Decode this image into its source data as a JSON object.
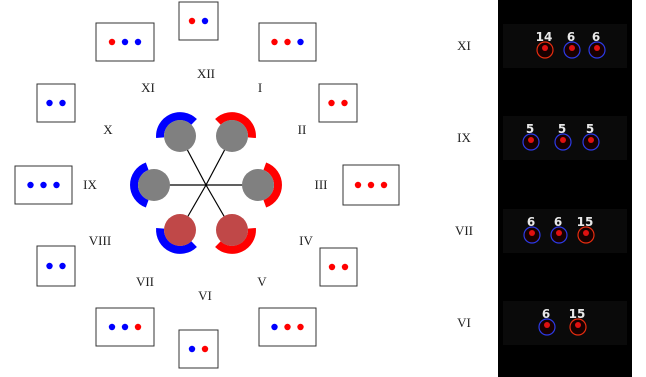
{
  "colors": {
    "red": "#ff0000",
    "blue": "#0000ff",
    "grey": "#808080",
    "dark_red": "#c04848",
    "panel_bg": "#000000",
    "box_stroke": "#333333"
  },
  "clock": {
    "positions": [
      {
        "label": "XII",
        "dots": [
          "red",
          "blue"
        ]
      },
      {
        "label": "I",
        "dots": [
          "red",
          "red",
          "blue"
        ]
      },
      {
        "label": "II",
        "dots": [
          "red",
          "red"
        ]
      },
      {
        "label": "III",
        "dots": [
          "red",
          "red",
          "red"
        ]
      },
      {
        "label": "IV",
        "dots": [
          "red",
          "red"
        ]
      },
      {
        "label": "V",
        "dots": [
          "blue",
          "red",
          "red"
        ]
      },
      {
        "label": "VI",
        "dots": [
          "blue",
          "red"
        ]
      },
      {
        "label": "VII",
        "dots": [
          "blue",
          "blue",
          "red"
        ]
      },
      {
        "label": "VIII",
        "dots": [
          "blue",
          "blue"
        ]
      },
      {
        "label": "IX",
        "dots": [
          "blue",
          "blue",
          "blue"
        ]
      },
      {
        "label": "X",
        "dots": [
          "blue",
          "blue"
        ]
      },
      {
        "label": "XI",
        "dots": [
          "red",
          "blue",
          "blue"
        ]
      }
    ],
    "hub_nodes": [
      {
        "fill": "grey",
        "arc": "blue"
      },
      {
        "fill": "grey",
        "arc": "red"
      },
      {
        "fill": "grey",
        "arc": "red"
      },
      {
        "fill": "dark_red",
        "arc": "red"
      },
      {
        "fill": "dark_red",
        "arc": "blue"
      },
      {
        "fill": "grey",
        "arc": "blue"
      }
    ]
  },
  "micrographs": {
    "rows": [
      {
        "label": "XI",
        "cells": [
          {
            "number": "14",
            "ring": "red"
          },
          {
            "number": "6",
            "ring": "blue"
          },
          {
            "number": "6",
            "ring": "blue"
          }
        ]
      },
      {
        "label": "IX",
        "cells": [
          {
            "number": "5",
            "ring": "blue"
          },
          {
            "number": "5",
            "ring": "blue"
          },
          {
            "number": "5",
            "ring": "blue"
          }
        ]
      },
      {
        "label": "VII",
        "cells": [
          {
            "number": "6",
            "ring": "blue"
          },
          {
            "number": "6",
            "ring": "blue"
          },
          {
            "number": "15",
            "ring": "red"
          }
        ]
      },
      {
        "label": "VI",
        "cells": [
          {
            "number": "6",
            "ring": "blue"
          },
          {
            "number": "15",
            "ring": "red"
          }
        ]
      }
    ]
  }
}
